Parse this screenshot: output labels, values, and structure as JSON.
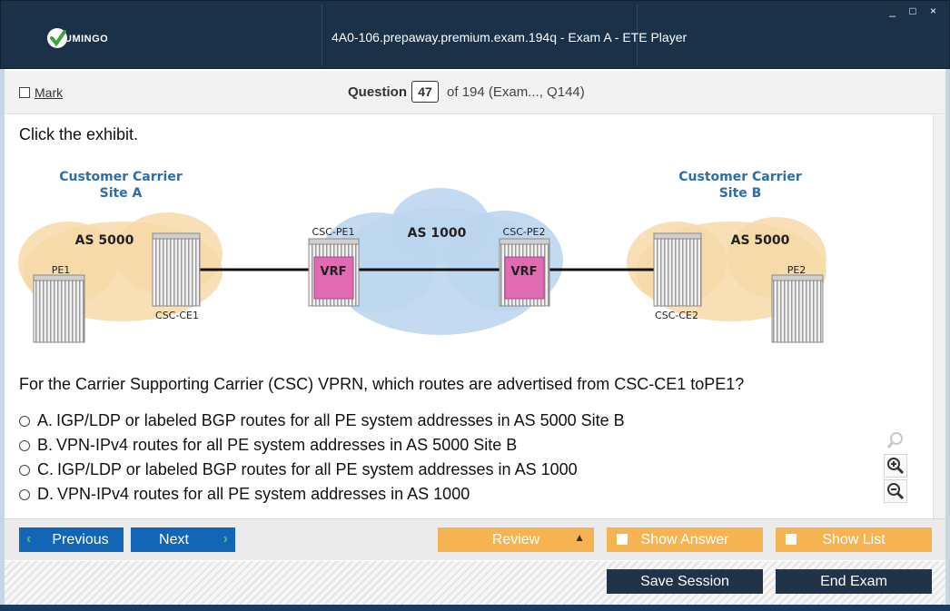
{
  "window": {
    "title": "4A0-106.prepaway.premium.exam.194q - Exam A - ETE Player",
    "logo_text": "UMINGO",
    "controls": [
      "_",
      "□",
      "×"
    ]
  },
  "question_bar": {
    "mark_label": "Mark",
    "question_label": "Question",
    "question_number": "47",
    "of_text": "of 194 (Exam..., Q144)"
  },
  "content": {
    "prompt": "Click the exhibit.",
    "exhibit": {
      "site_a_label_line1": "Customer Carrier",
      "site_a_label_line2": "Site A",
      "site_b_label_line1": "Customer Carrier",
      "site_b_label_line2": "Site B",
      "as_left": "AS 5000",
      "as_center": "AS 1000",
      "as_right": "AS 5000",
      "pe1": "PE1",
      "csc_ce1": "CSC-CE1",
      "csc_pe1": "CSC-PE1",
      "vrf1": "VRF",
      "csc_pe2": "CSC-PE2",
      "vrf2": "VRF",
      "csc_ce2": "CSC-CE2",
      "pe2": "PE2",
      "colors": {
        "cloud_orange": "#f7d9a8",
        "cloud_blue": "#bcd6ee",
        "label_blue": "#2d6da8",
        "vrf_pink": "#e06bb1"
      }
    },
    "question_text": "For the Carrier Supporting Carrier (CSC) VPRN, which routes are advertised from CSC-CE1 toPE1?",
    "options": [
      {
        "letter": "A.",
        "text": "IGP/LDP or labeled BGP routes for all PE system addresses in AS 5000 Site B"
      },
      {
        "letter": "B.",
        "text": "VPN-IPv4 routes for all PE system addresses in AS 5000 Site B"
      },
      {
        "letter": "C.",
        "text": "IGP/LDP or labeled BGP routes for all PE system addresses in AS 1000"
      },
      {
        "letter": "D.",
        "text": "VPN-IPv4 routes for all PE system addresses in AS 1000"
      }
    ]
  },
  "nav": {
    "previous": "Previous",
    "next": "Next",
    "review": "Review",
    "show_answer": "Show Answer",
    "show_list": "Show List",
    "save_session": "Save Session",
    "end_exam": "End Exam"
  },
  "colors": {
    "title_bg": "#1a3148",
    "nav_blue": "#1366b5",
    "nav_orange": "#f6b352",
    "footer_dark": "#203349"
  }
}
